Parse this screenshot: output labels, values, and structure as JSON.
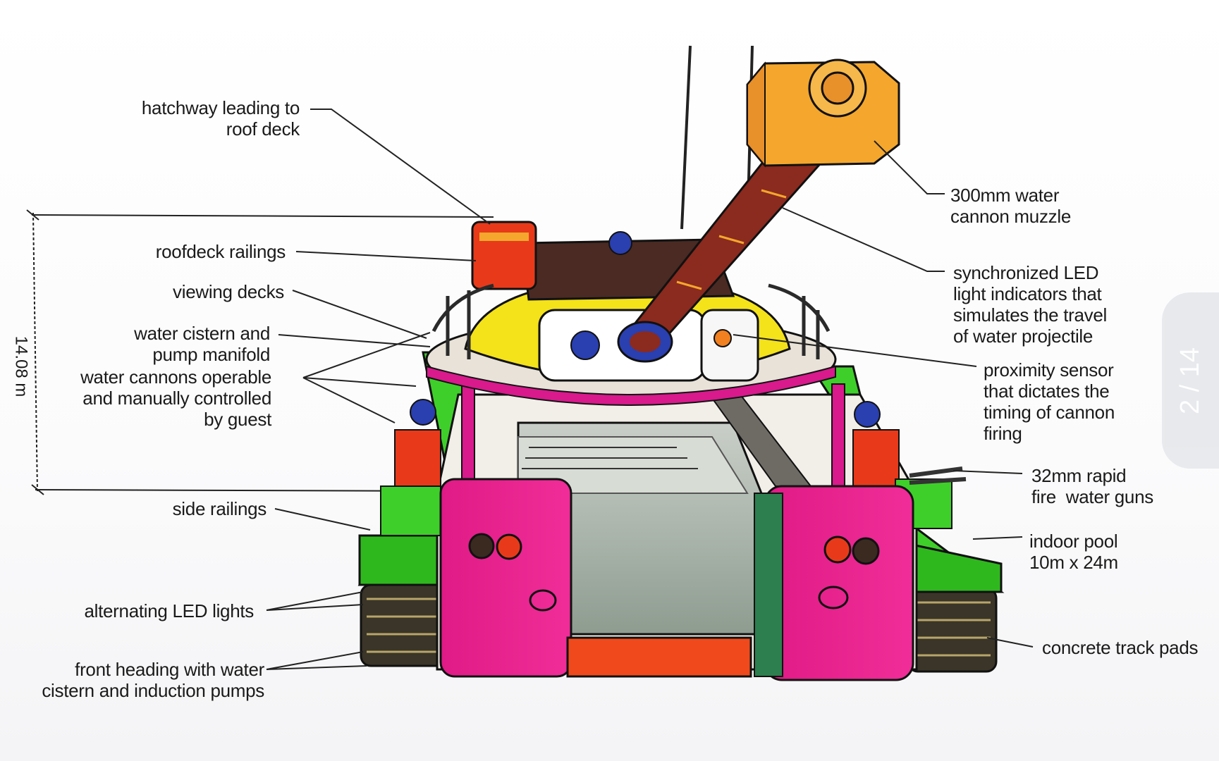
{
  "colors": {
    "pink": "#e8198a",
    "green": "#3fcf2a",
    "yellow": "#f4e21a",
    "orange": "#f4a72c",
    "barrel": "#8b2a1e",
    "red": "#e83a1a",
    "blue": "#2a3fb0",
    "pool": "#9aa79a",
    "tracks": "#3a3528"
  },
  "dimension": {
    "height_label": "14.08 m"
  },
  "labels": {
    "hatchway": [
      "hatchway leading to",
      "roof deck"
    ],
    "roofdeck_railings": [
      "roofdeck railings"
    ],
    "viewing_decks": [
      "viewing decks"
    ],
    "water_cistern": [
      "water cistern and",
      "pump manifold"
    ],
    "water_cannons": [
      "water cannons operable",
      "and manually controlled",
      "by guest"
    ],
    "side_railings": [
      "side railings"
    ],
    "alternating_led": [
      "alternating LED lights"
    ],
    "front_heading": [
      "front heading with water",
      "cistern and induction pumps"
    ],
    "muzzle": [
      "300mm water",
      "cannon muzzle"
    ],
    "led_indicators": [
      "synchronized LED",
      "light indicators that",
      "simulates the travel",
      "of water projectile"
    ],
    "proximity_sensor": [
      "proximity sensor",
      "that dictates the",
      "timing of cannon",
      "firing"
    ],
    "rapid_fire": [
      "32mm rapid",
      "fire  water guns"
    ],
    "indoor_pool": [
      "indoor pool",
      "10m x 24m"
    ],
    "track_pads": [
      "concrete track pads"
    ]
  },
  "pager": {
    "text": "2 / 14"
  }
}
